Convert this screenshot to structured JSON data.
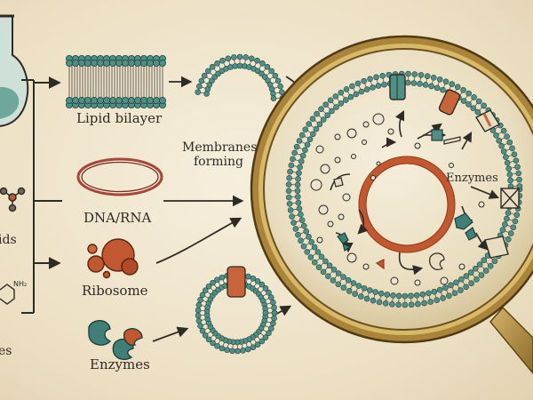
{
  "labels": {
    "lipid_bilayer": "Lipid bilayer",
    "dna_rna": "DNA/RNA",
    "ribosome": "Ribosome",
    "enzymes": "Enzymes",
    "membranes_forming": "Membranes forming",
    "cut_off_lipids": "ids",
    "cut_off_nh2": "NH₂",
    "cut_off_molecules": "es",
    "cell_enzymes": "Enzymes"
  },
  "colors": {
    "background": "#ecdfc3",
    "ink": "#2e2a24",
    "lipid_teal": "#4f8f86",
    "dna_red": "#a5473a",
    "ribosome_orange": "#c2582f",
    "enzyme_teal": "#3f7f78",
    "brass": "#b08a3e",
    "channel_orange": "#c7643a"
  }
}
